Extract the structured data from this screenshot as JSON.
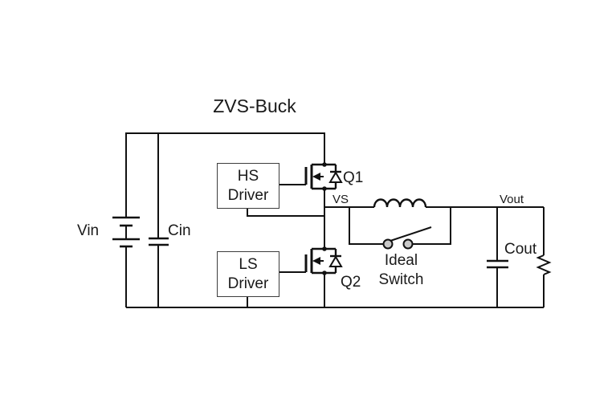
{
  "title": "ZVS-Buck",
  "colors": {
    "background": "#ffffff",
    "wire": "#111111",
    "text": "#1a1a1a",
    "driver_box_border": "#3d3d3d",
    "switch_contact_fill": "#c9c9c9"
  },
  "labels": {
    "vin": "Vin",
    "cin": "Cin",
    "hs_driver_line1": "HS",
    "hs_driver_line2": "Driver",
    "ls_driver_line1": "LS",
    "ls_driver_line2": "Driver",
    "q1": "Q1",
    "q2": "Q2",
    "vs": "VS",
    "ideal_switch_line1": "Ideal",
    "ideal_switch_line2": "Switch",
    "vout": "Vout",
    "cout": "Cout"
  }
}
